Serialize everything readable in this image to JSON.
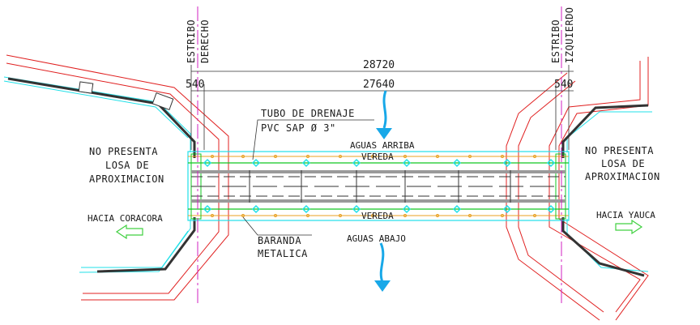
{
  "colors": {
    "red": "#e02020",
    "cyan": "#20e0e8",
    "green": "#10c820",
    "orange": "#e8a020",
    "blue_arrow": "#18a8e8",
    "magenta": "#d020c0",
    "dark": "#333333",
    "grey": "#9a9a9a",
    "light_green_arrow": "#40d040"
  },
  "abutments": {
    "left": {
      "line1": "ESTRIBO",
      "line2": "DERECHO"
    },
    "right": {
      "line1": "ESTRIBO",
      "line2": "IZQUIERDO"
    }
  },
  "dimensions": {
    "total": "28720",
    "span": "27640",
    "left_offset": "540",
    "right_offset": "540"
  },
  "labels": {
    "drain_line1": "TUBO DE DRENAJE",
    "drain_line2": "PVC SAP Ø 3\"",
    "upstream": "AGUAS ARRIBA",
    "downstream": "AGUAS ABAJO",
    "sidewalk_top": "VEREDA",
    "sidewalk_bottom": "VEREDA",
    "railing_line1": "BARANDA",
    "railing_line2": "METALICA",
    "left_note": [
      "NO PRESENTA",
      "LOSA DE",
      "APROXIMACION"
    ],
    "right_note": [
      "NO PRESENTA",
      "LOSA DE",
      "APROXIMACION"
    ],
    "left_direction": "HACIA CORACORA",
    "right_direction": "HACIA YAUCA"
  }
}
